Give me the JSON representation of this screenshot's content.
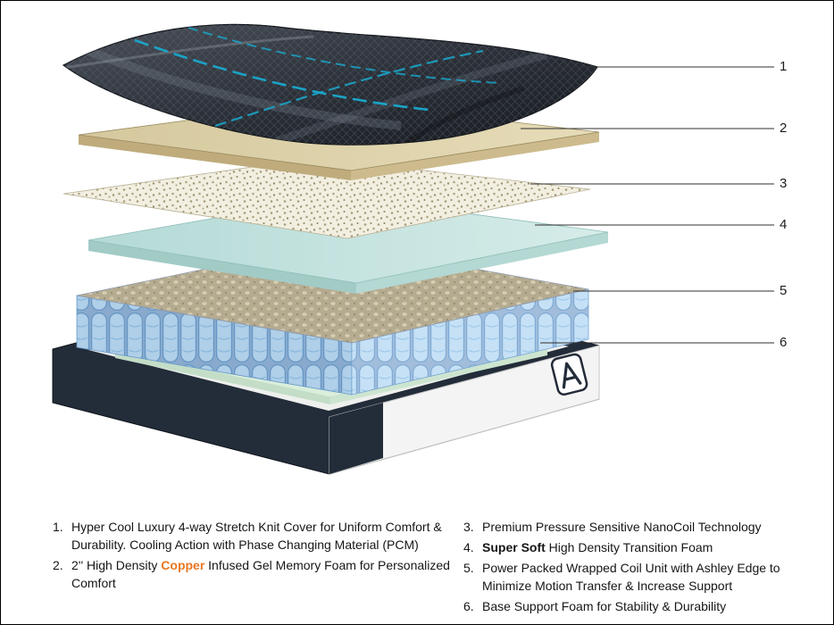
{
  "diagram": {
    "callouts": [
      {
        "n": "1"
      },
      {
        "n": "2"
      },
      {
        "n": "3"
      },
      {
        "n": "4"
      },
      {
        "n": "5"
      },
      {
        "n": "6"
      }
    ]
  },
  "legend": {
    "left": [
      {
        "num": "1.",
        "parts": [
          {
            "t": "Hyper Cool Luxury 4-way Stretch Knit Cover for Uniform Comfort & Durability. Cooling Action with Phase Changing Material (PCM)"
          }
        ]
      },
      {
        "num": "2.",
        "parts": [
          {
            "t": "2'' High Density "
          },
          {
            "t": "Copper"
          },
          {
            "t": " Infused Gel Memory Foam for Personalized Comfort"
          }
        ]
      }
    ],
    "right": [
      {
        "num": "3.",
        "parts": [
          {
            "t": "Premium Pressure Sensitive NanoCoil Technology"
          }
        ]
      },
      {
        "num": "4.",
        "parts": [
          {
            "t": "Super Soft"
          },
          {
            "t": " High Density Transition Foam"
          }
        ]
      },
      {
        "num": "5.",
        "parts": [
          {
            "t": "Power Packed Wrapped Coil Unit with Ashley Edge to Minimize Motion Transfer & Increase Support"
          }
        ]
      },
      {
        "num": "6.",
        "parts": [
          {
            "t": "Base Support Foam for Stability & Durability"
          }
        ]
      }
    ]
  },
  "icons": {
    "logo": "ashley-logo"
  },
  "colors": {
    "copper_accent": "#E87722",
    "cover_teal": "#1AA9CF",
    "cover_dark": "#2C3139",
    "memory_foam_tan": "#DCCFA6",
    "transition_foam_teal": "#C6E3E1",
    "coil_blue": "#BDDCF5",
    "base_navy": "#232C39",
    "base_foam_green": "#DAEEDB"
  }
}
